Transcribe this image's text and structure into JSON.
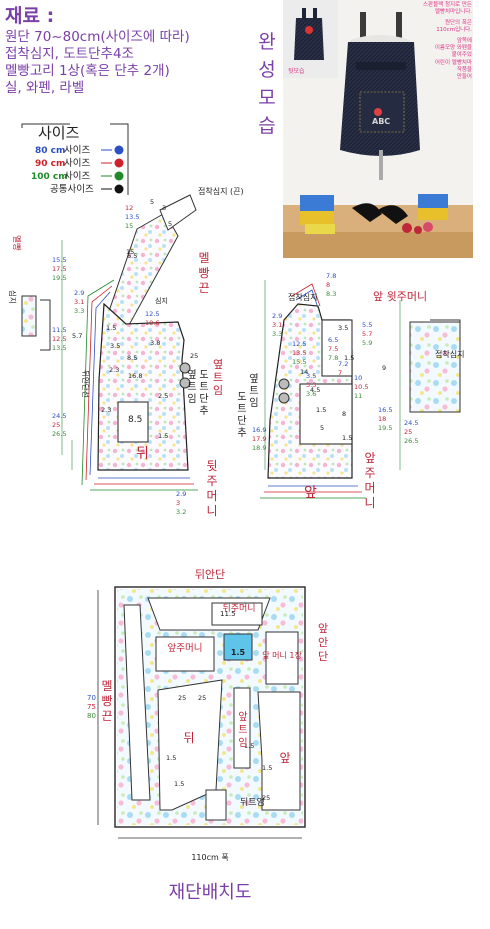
{
  "materials": {
    "title": "재료 :",
    "lines": [
      "원단 70~80cm(사이즈에 따라)",
      "접착심지, 도트단추4조",
      "멜빵고리 1상(혹은 단추 2개)",
      "실, 와펜, 라벨"
    ]
  },
  "size_legend": {
    "title": "사이즈",
    "items": [
      {
        "label": "80 cm",
        "suffix": "사이즈",
        "color": "#2b4fc4"
      },
      {
        "label": "90 cm",
        "suffix": "사이즈",
        "color": "#d0202a"
      },
      {
        "label": "100 cm",
        "suffix": "사이즈",
        "color": "#1f8a2a"
      },
      {
        "label": "",
        "suffix": "공통사이즈",
        "color": "#111111"
      }
    ]
  },
  "finished": {
    "title": "완성모습",
    "photo_note_lines": [
      "스판블랙 청지로 만든",
      "멜빵치마입니다.",
      "원단의 폭은",
      "110cm입니다.",
      "앞쪽에",
      "이름모양 와펜을",
      "붙여주었",
      "어린이 멜빵치마",
      "작품을",
      "만들어"
    ],
    "back_label": "뒷모습"
  },
  "labels": {
    "interfacing_strap": "접착심지 (끈)",
    "strap_v": "멜빵끈",
    "strap_loop": "멜빵",
    "interfacing": "접착심지",
    "back_facing": "뒤안단선",
    "side_slit": "옆트임",
    "dot_snap": "도트단추",
    "side_slit2": "옆트임",
    "back_pocket": "뒷주머니",
    "back": "뒤",
    "front": "앞",
    "front_pocket": "앞주머니",
    "front_chest_pocket": "앞 윗주머니",
    "interfacing_front": "접착심지",
    "interfacing_right": "접착심지",
    "interfacing_small": "심지",
    "interfacing_back": "접착심지"
  },
  "layout": {
    "title": "재단배치도",
    "fabric_width": "110cm 폭",
    "length_marks": [
      "70",
      "75",
      "80"
    ],
    "pieces": {
      "back_facing": "뒤안단",
      "back_chest_pocket": "뒤주머니",
      "strap": "멜빵끈",
      "front_pocket": "앞주머니",
      "front_facing": "앞안단",
      "front_facing2": "앞 머니 1장",
      "back": "뒤",
      "side_slit": "앞트임",
      "front": "앞",
      "back_slit": "뒤트임",
      "pocket_dim": "11.5",
      "pocket_dims2": "1.5"
    }
  },
  "back_dims_left": [
    "15.5",
    "17.5",
    "19.5",
    "2.9",
    "3.1",
    "3.3",
    "11.5",
    "12.5",
    "13.5",
    "5.7",
    "24.5",
    "25",
    "26.5"
  ],
  "back_dims_top": [
    "12",
    "13.5",
    "15",
    "5",
    "3",
    "5",
    "15"
  ],
  "back_dims_misc": [
    "6.5",
    "12.5",
    "10.6",
    "1.5",
    "3.8",
    "3.5",
    "8.5",
    "2.3",
    "8.5",
    "16.8",
    "2.5",
    "2.3",
    "1.5",
    "25"
  ],
  "back_dims_bottom": [
    "2.9",
    "3",
    "3.2"
  ],
  "front_dims_top": [
    "7.8",
    "8",
    "8.3"
  ],
  "front_dims_left": [
    "2.9",
    "3.1",
    "3.3",
    "12.5",
    "13.5",
    "15.5",
    "16.9",
    "17.9",
    "18.9",
    "3.5",
    "3.3",
    "3.6"
  ],
  "front_dims_misc": [
    "3.5",
    "6.5",
    "7.5",
    "7.8",
    "1.5",
    "14",
    "4.5",
    "7.2",
    "7",
    "10",
    "10.5",
    "11",
    "1.5",
    "5",
    "8",
    "1.5"
  ],
  "front_dims_right": [
    "5.5",
    "5.7",
    "5.9",
    "16.5",
    "18",
    "19.5",
    "24.5",
    "25",
    "26.5",
    "9"
  ],
  "layout_dims": [
    "25",
    "25",
    "1.5",
    "1.5",
    "1.5",
    "1.5",
    "25"
  ]
}
